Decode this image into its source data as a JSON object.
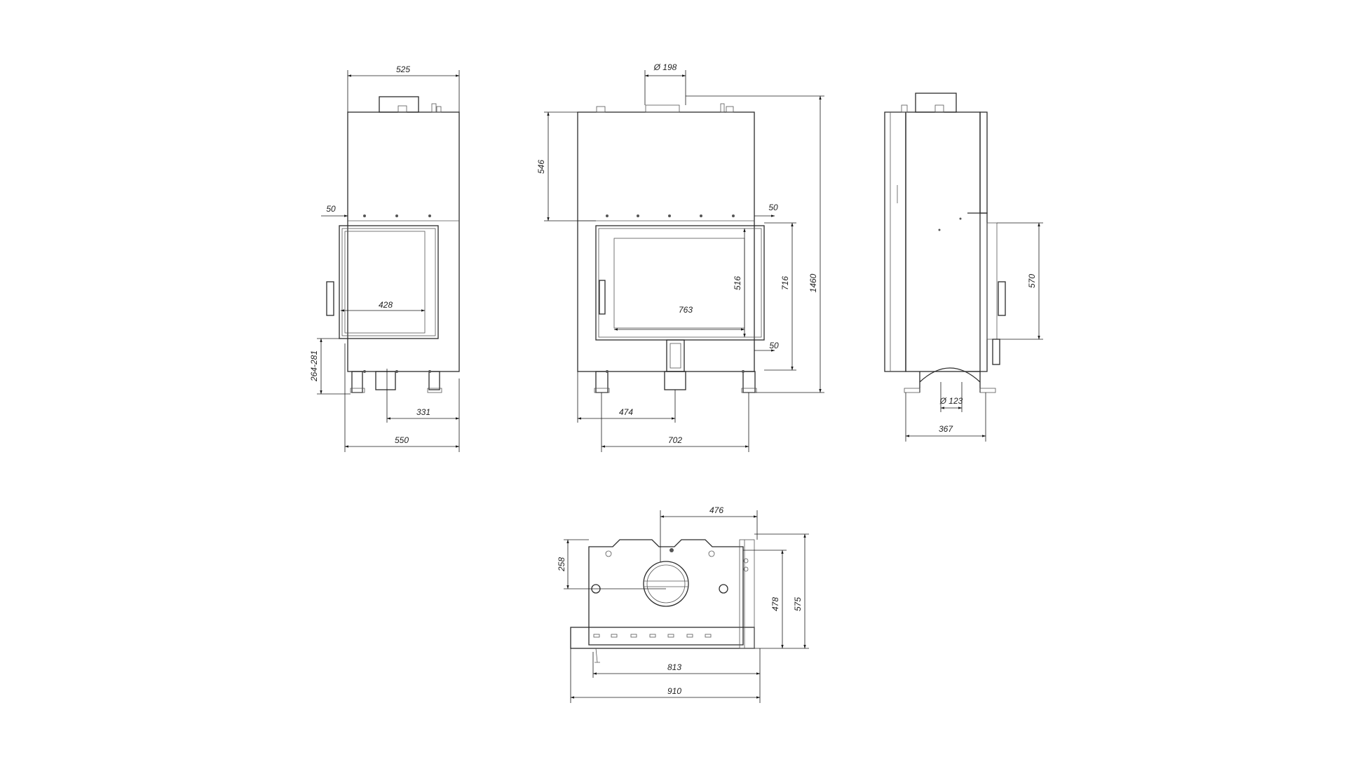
{
  "dimensions": {
    "front_narrow": {
      "top_width": "525",
      "glass_offset": "50",
      "glass_width": "428",
      "leg_height": "264-281",
      "outlet_offset": "331",
      "base_width": "550"
    },
    "front_wide": {
      "flue_diameter": "Ø 198",
      "top_height": "546",
      "glass_offset_top": "50",
      "glass_width": "763",
      "glass_height": "516",
      "door_height": "716",
      "total_height": "1460",
      "glass_offset_bottom": "50",
      "outlet_offset": "474",
      "base_width": "702"
    },
    "side": {
      "door_height": "570",
      "air_inlet_diameter": "Ø 123",
      "depth": "367"
    },
    "top": {
      "flue_offset": "476",
      "flue_depth": "258",
      "inner_depth": "478",
      "total_depth": "575",
      "inner_width": "813",
      "total_width": "910"
    }
  }
}
